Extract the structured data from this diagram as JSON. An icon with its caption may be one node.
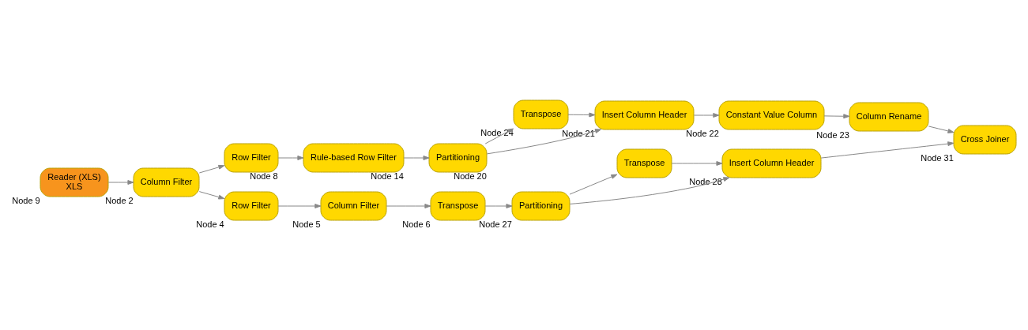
{
  "diagram": {
    "nodes": [
      {
        "text": [
          "Reader (XLS)",
          "XLS"
        ],
        "beside": [
          "Node 9"
        ]
      },
      {
        "text": [
          "Column Filter"
        ],
        "beside": [
          "Node 2"
        ]
      },
      {
        "text": [
          "Row Filter"
        ],
        "beside": [
          "Node 8"
        ]
      },
      {
        "text": [
          "Rule-based Row Filter"
        ],
        "beside": [
          "Node 14"
        ]
      },
      {
        "text": [
          "Partitioning"
        ],
        "beside": [
          "Node 20"
        ]
      },
      {
        "text": [
          "Transpose"
        ],
        "beside": [
          "Node 24"
        ]
      },
      {
        "text": [
          "Insert Column Header"
        ],
        "beside": [
          "Node 21"
        ]
      },
      {
        "text": [
          "Constant Value Column"
        ],
        "beside": [
          "Node 22"
        ]
      },
      {
        "text": [
          "Column Rename"
        ],
        "beside": [
          "Node 23"
        ]
      },
      {
        "text": [
          "Row Filter"
        ],
        "beside": [
          "Node 4"
        ]
      },
      {
        "text": [
          "Column Filter"
        ],
        "beside": [
          "Node 5"
        ]
      },
      {
        "text": [
          "Transpose"
        ],
        "beside": [
          "Node 6"
        ]
      },
      {
        "text": [
          "Partitioning"
        ],
        "beside": [
          "Node 27"
        ]
      },
      {
        "text": [
          "Transpose"
        ]
      },
      {
        "text": [
          "Insert Column Header"
        ],
        "beside": [
          "Node 28"
        ]
      },
      {
        "text": [
          "Cross Joiner"
        ],
        "beside": [
          "Node 31"
        ]
      }
    ],
    "edges": [
      {
        "from": 0,
        "to": 1,
        "arrow": "to"
      },
      {
        "from": 1,
        "to": 2,
        "arrow": "to"
      },
      {
        "from": 1,
        "to": 9,
        "arrow": "to"
      },
      {
        "from": 2,
        "to": 3,
        "arrow": "to"
      },
      {
        "from": 3,
        "to": 4,
        "arrow": "to"
      },
      {
        "from": 4,
        "to": 6,
        "arrow": "to"
      },
      {
        "from": 4,
        "to": 5,
        "arrow": "to"
      },
      {
        "from": 5,
        "to": 6,
        "arrow": "to"
      },
      {
        "from": 6,
        "to": 7,
        "arrow": "to"
      },
      {
        "from": 7,
        "to": 8,
        "arrow": "to"
      },
      {
        "from": 8,
        "to": 15,
        "arrow": "to"
      },
      {
        "from": 9,
        "to": 10,
        "arrow": "to"
      },
      {
        "from": 10,
        "to": 11,
        "arrow": "to"
      },
      {
        "from": 11,
        "to": 12,
        "arrow": "to"
      },
      {
        "from": 12,
        "to": 14,
        "arrow": "to"
      },
      {
        "from": 12,
        "to": 13,
        "arrow": "to"
      },
      {
        "from": 13,
        "to": 14,
        "arrow": "to"
      },
      {
        "from": 14,
        "to": 15,
        "arrow": "to"
      }
    ]
  }
}
